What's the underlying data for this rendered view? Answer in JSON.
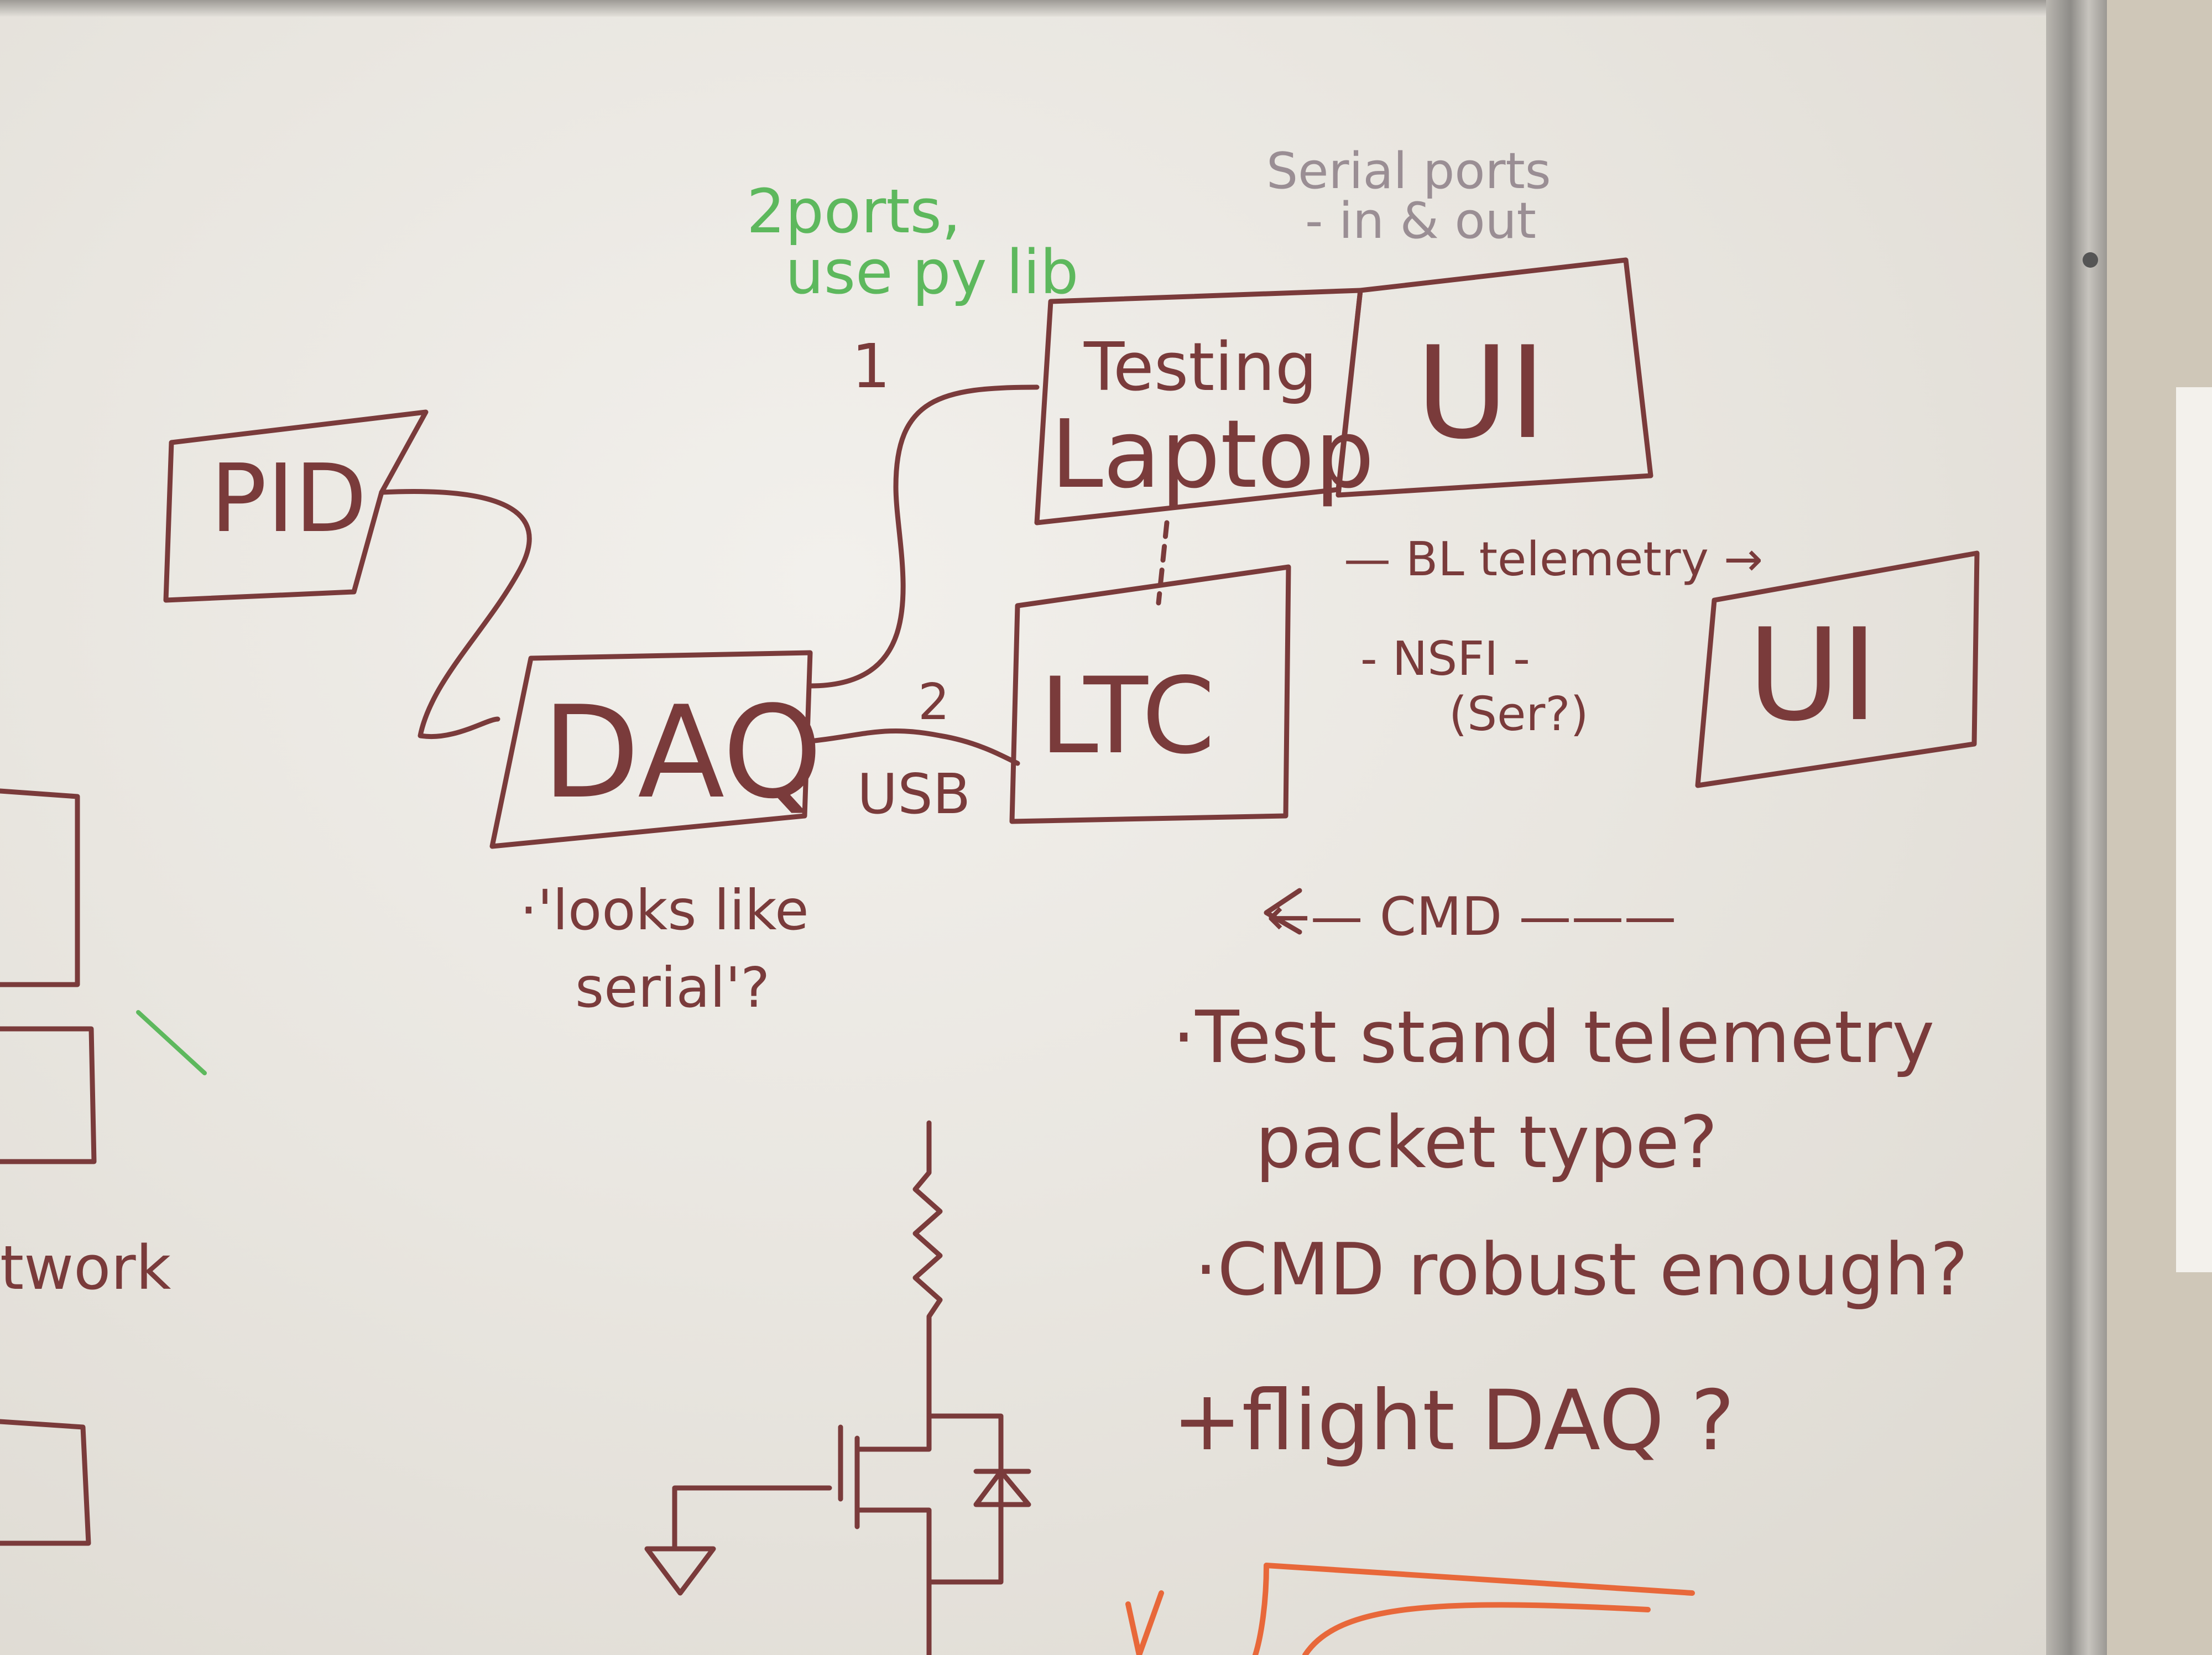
{
  "notes": {
    "green": {
      "line1": "2ports,",
      "line2": "use py lib"
    },
    "grey": {
      "line1": "Serial ports",
      "line2": "- in & out"
    },
    "label_1": "1",
    "label_2": "2",
    "usb": "USB",
    "looks": {
      "line1": "·'looks like",
      "line2": "serial'?"
    },
    "bl_telemetry": "— BL telemetry →",
    "nsfi": {
      "line1": "- NSFI -",
      "line2": "(Ser?)"
    },
    "cmd": "←— CMD ———",
    "q1": {
      "line1": "·Test stand telemetry",
      "line2": "packet type?"
    },
    "q2": "·CMD robust enough?",
    "q3": "+flight DAQ ?",
    "left_fragment": "twork"
  },
  "boxes": {
    "pid": "PID",
    "daq": "DAQ",
    "testing_laptop": {
      "line1": "Testing",
      "line2": "Laptop"
    },
    "ui_top": "UI",
    "ltc": "LTC",
    "ui_right": "UI"
  },
  "colors": {
    "marker_red": "#7a3b3b",
    "marker_green": "#5db85d",
    "marker_grey": "#9a8e94",
    "marker_orange": "#e8683a"
  }
}
